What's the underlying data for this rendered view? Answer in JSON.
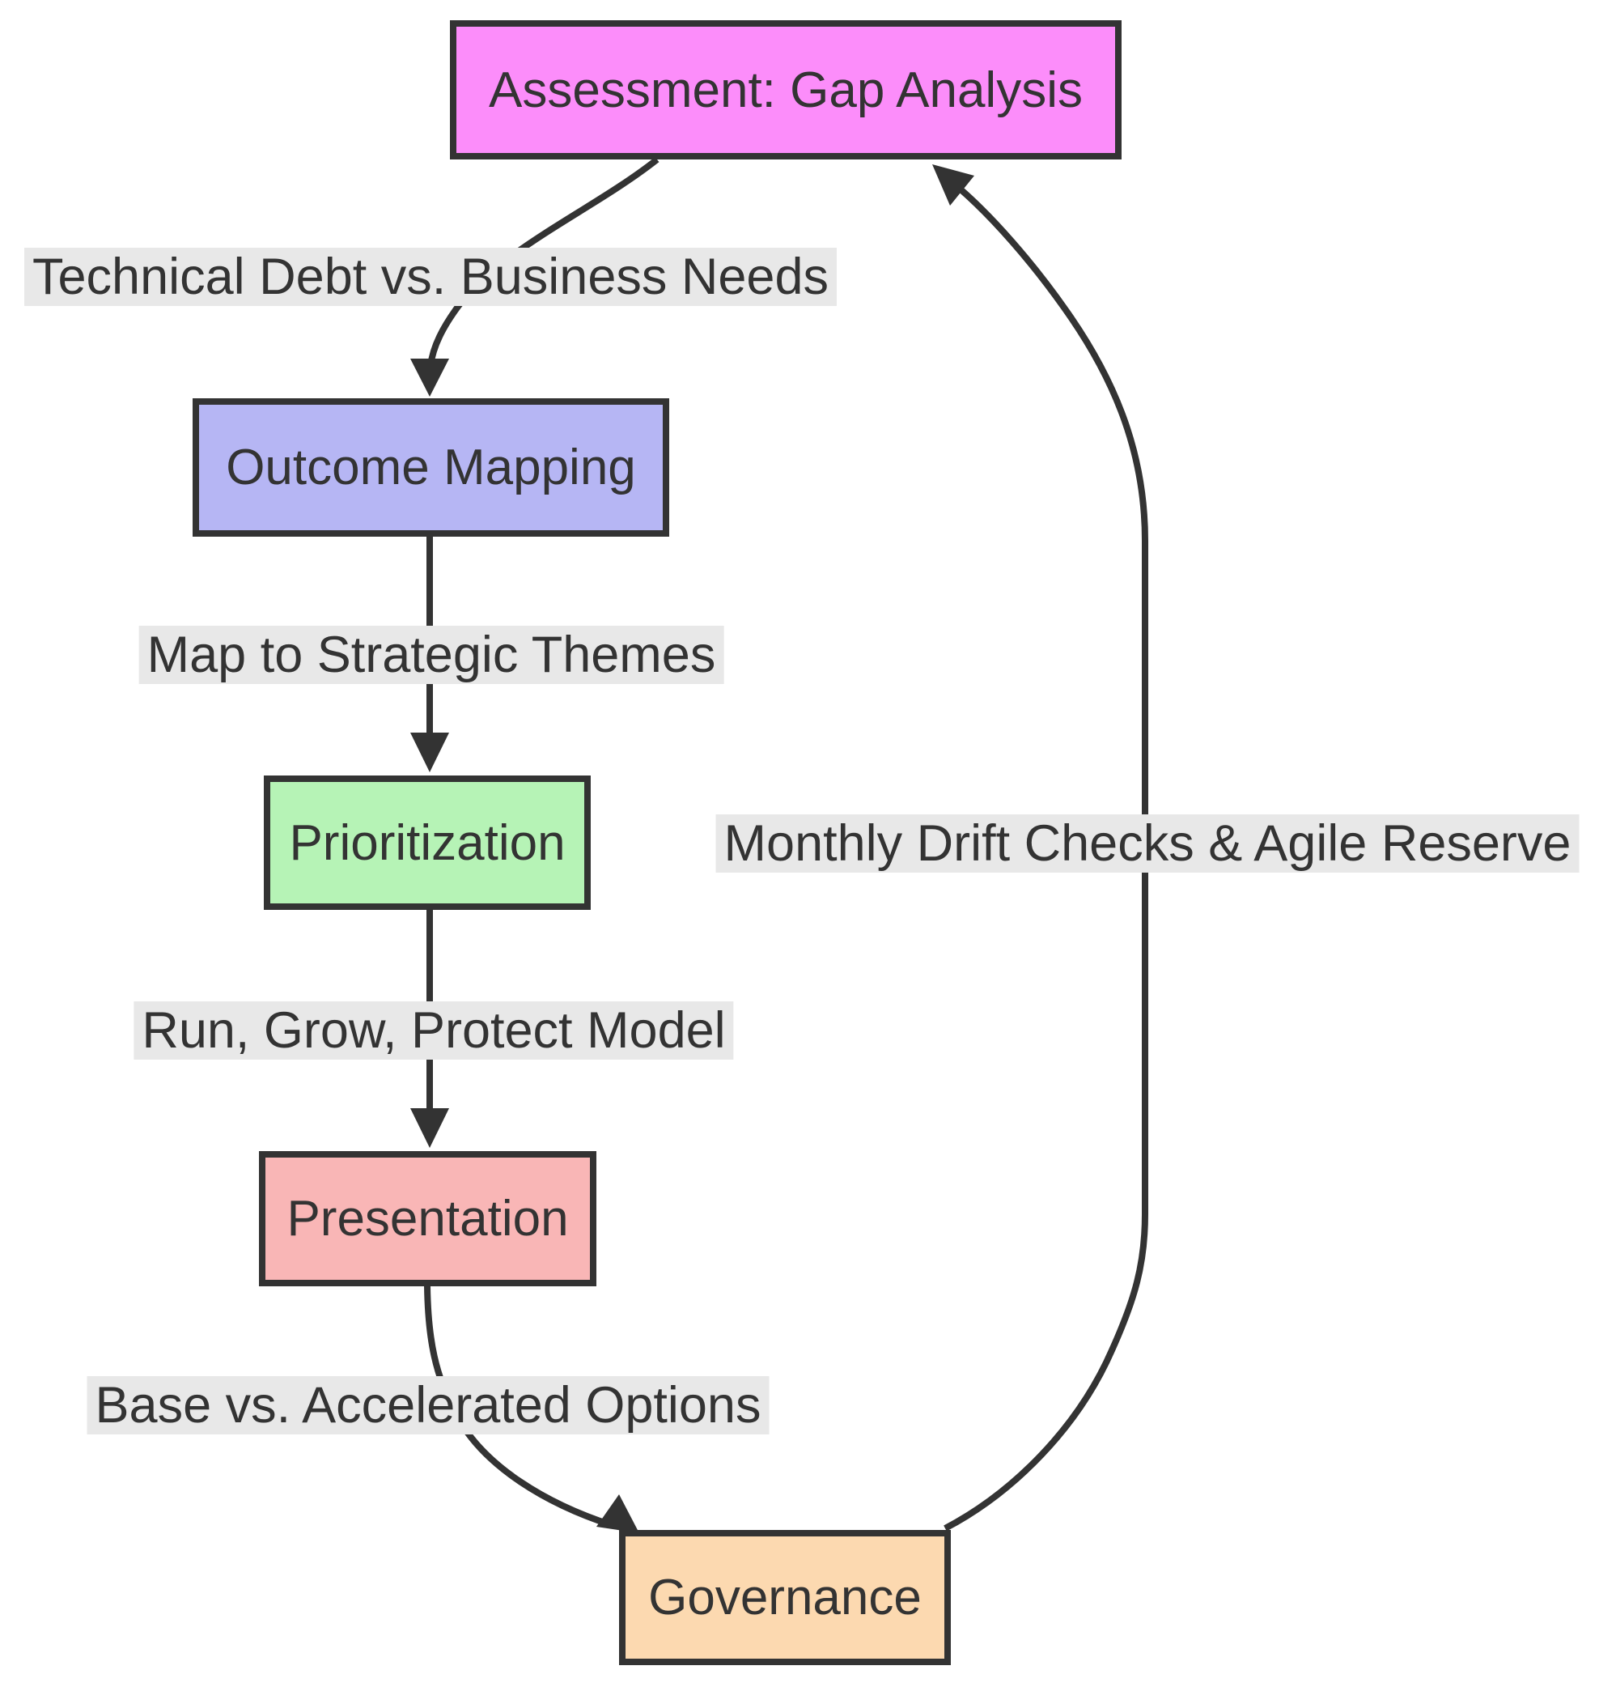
{
  "diagram": {
    "type": "flowchart",
    "direction": "top-down",
    "background": "#ffffff",
    "line_color": "#333333",
    "text_color": "#333333",
    "edge_label_background": "#e8e8e8",
    "nodes": [
      {
        "id": "assessment",
        "label": "Assessment: Gap Analysis",
        "fill": "#fc8dfa",
        "border": "#333333"
      },
      {
        "id": "outcome-mapping",
        "label": "Outcome Mapping",
        "fill": "#b6b6f4",
        "border": "#333333"
      },
      {
        "id": "prioritization",
        "label": "Prioritization",
        "fill": "#b6f3b6",
        "border": "#333333"
      },
      {
        "id": "presentation",
        "label": "Presentation",
        "fill": "#f9b6b6",
        "border": "#333333"
      },
      {
        "id": "governance",
        "label": "Governance",
        "fill": "#fcd9b0",
        "border": "#333333"
      }
    ],
    "edges": [
      {
        "from": "assessment",
        "to": "outcome-mapping",
        "label": "Technical Debt vs. Business Needs"
      },
      {
        "from": "outcome-mapping",
        "to": "prioritization",
        "label": "Map to Strategic Themes"
      },
      {
        "from": "prioritization",
        "to": "presentation",
        "label": "Run, Grow, Protect Model"
      },
      {
        "from": "presentation",
        "to": "governance",
        "label": "Base vs. Accelerated Options"
      },
      {
        "from": "governance",
        "to": "assessment",
        "label": "Monthly Drift Checks & Agile Reserve"
      }
    ]
  }
}
